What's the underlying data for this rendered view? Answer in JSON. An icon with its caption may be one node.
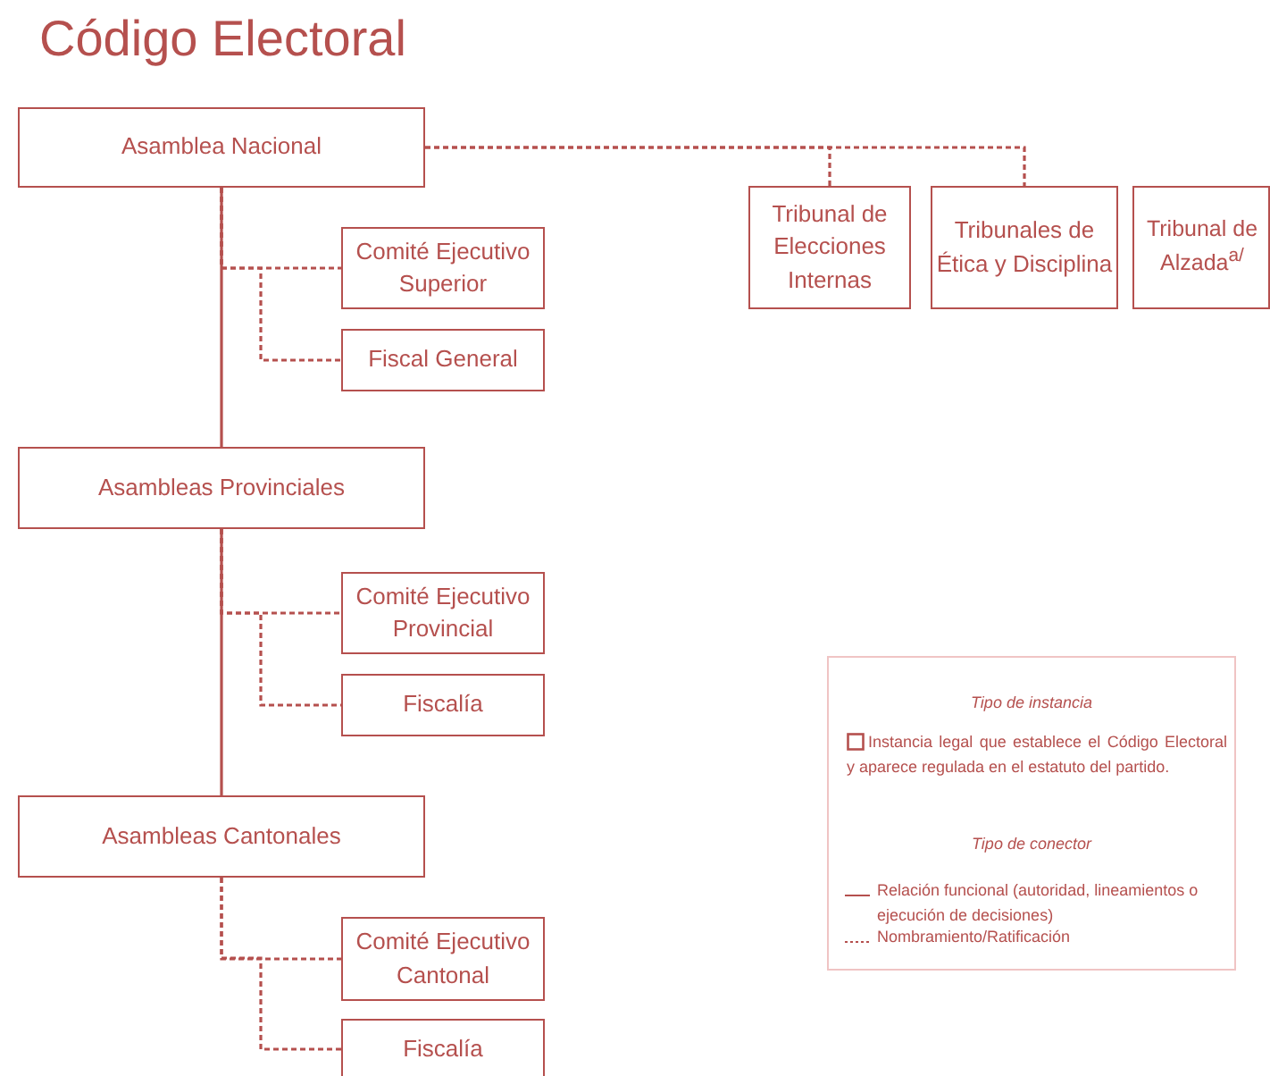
{
  "diagram": {
    "title": "Código Electoral",
    "nodes": [
      {
        "text": [
          "Asamblea Nacional"
        ]
      },
      {
        "text": [
          "Comité Ejecutivo Superior"
        ]
      },
      {
        "text": [
          "Fiscal General"
        ]
      },
      {
        "text": [
          "Asambleas Provinciales"
        ]
      },
      {
        "text": [
          "Comité Ejecutivo Provincial"
        ]
      },
      {
        "text": [
          "Fiscalía"
        ]
      },
      {
        "text": [
          "Asambleas Cantonales"
        ]
      },
      {
        "text": [
          "Comité Ejecutivo Cantonal"
        ]
      },
      {
        "text": [
          "Fiscalía"
        ]
      },
      {
        "text": [
          "Tribunal de Elecciones Internas"
        ]
      },
      {
        "text": [
          "Tribunales de Ética y Disciplina"
        ]
      },
      {
        "text": [
          "Tribunal de Alzada$^{a/}$"
        ]
      }
    ],
    "edges": [
      {
        "from": 0,
        "to": 3,
        "arrow": "none"
      },
      {
        "from": 3,
        "to": 6,
        "arrow": "none"
      },
      {
        "from": 0,
        "to": 1,
        "arrow": "none",
        "style": "dashed"
      },
      {
        "from": 0,
        "to": 2,
        "arrow": "none",
        "style": "dashed"
      },
      {
        "from": 0,
        "to": 9,
        "arrow": "none",
        "style": "dashed"
      },
      {
        "from": 0,
        "to": 10,
        "arrow": "none",
        "style": "dashed"
      },
      {
        "from": 3,
        "to": 4,
        "arrow": "none",
        "style": "dashed"
      },
      {
        "from": 3,
        "to": 5,
        "arrow": "none",
        "style": "dashed"
      },
      {
        "from": 6,
        "to": 7,
        "arrow": "none",
        "style": "dashed"
      },
      {
        "from": 6,
        "to": 8,
        "arrow": "none",
        "style": "dashed"
      }
    ],
    "labels": [
      "Tipo de instancia",
      "Tipo de conector"
    ],
    "legend": [
      {
        "text": "Instancia legal que establece el Código Electoral y aparece regulada en el estatuto del partido."
      },
      {
        "text": "Relación funcional (autoridad, lineamientos o ejecución de decisiones)"
      },
      {
        "text": "Nombramiento/Ratificación"
      }
    ]
  }
}
